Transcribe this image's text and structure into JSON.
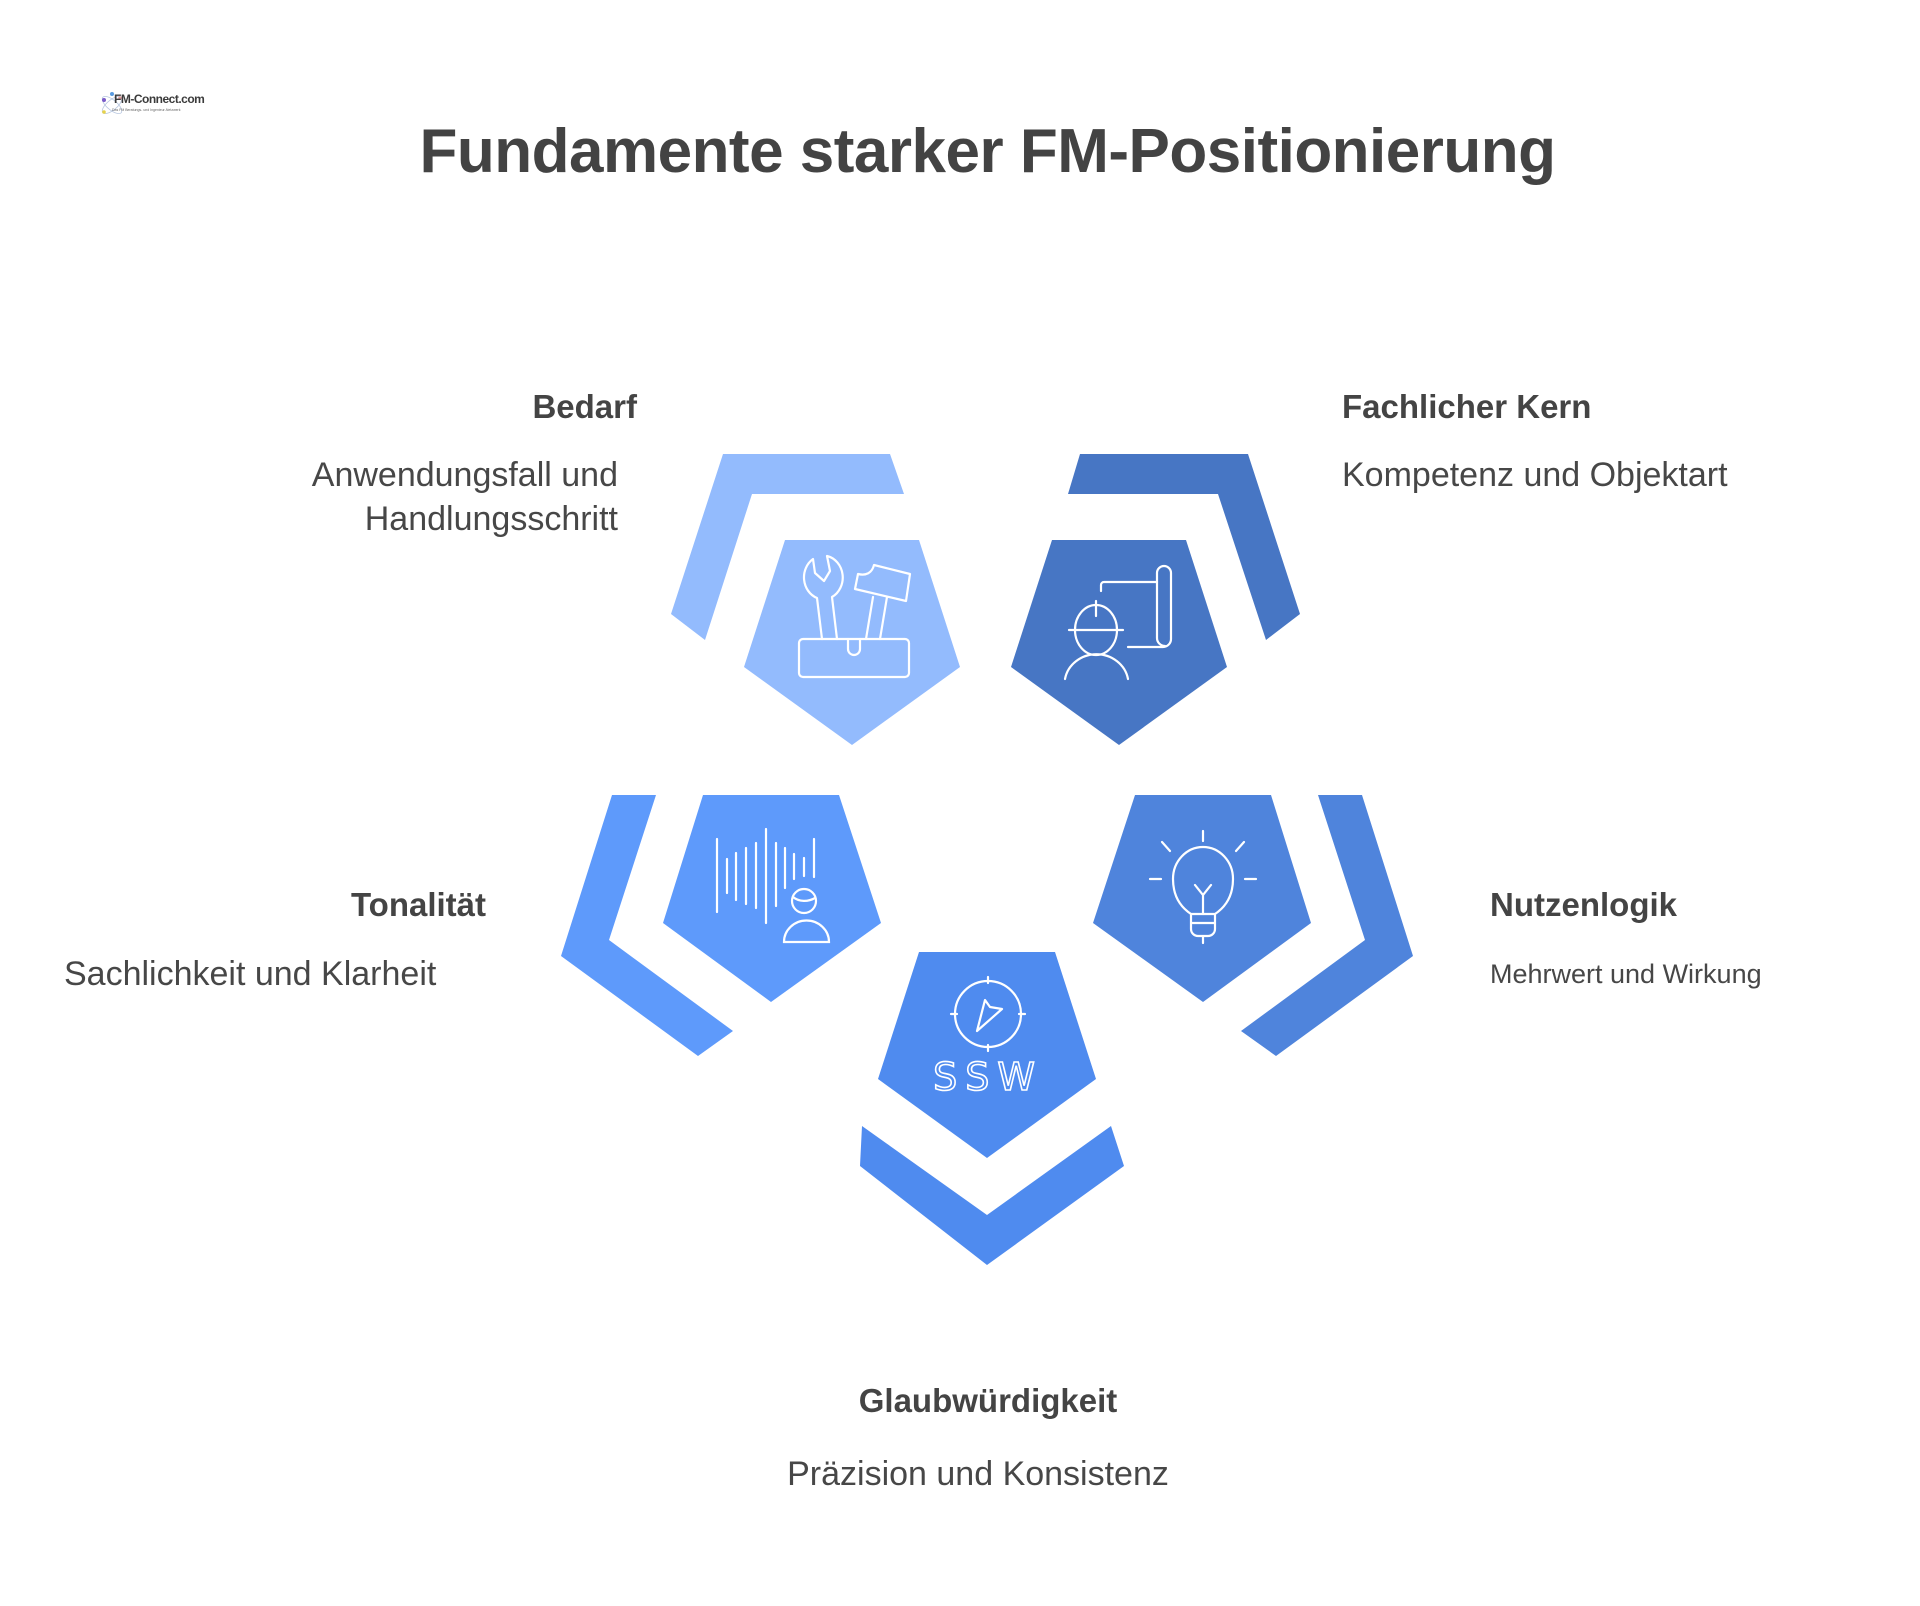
{
  "logo": {
    "name": "FM-Connect.com",
    "tagline": "Das FM Beratungs- und Ingenieur-Netzwerk"
  },
  "title": "Fundamente starker FM-Positionierung",
  "segments": [
    {
      "id": "bedarf",
      "heading": "Bedarf",
      "description_lines": [
        "Anwendungsfall und",
        "Handlungsschritt"
      ],
      "icon": "toolbox-icon",
      "color": "#93BBFD"
    },
    {
      "id": "fachlicher-kern",
      "heading": "Fachlicher Kern",
      "description_lines": [
        "Kompetenz und Objektart"
      ],
      "icon": "engineer-blueprint-icon",
      "color": "#4776C4"
    },
    {
      "id": "tonalitaet",
      "heading": "Tonalität",
      "description_lines": [
        "Sachlichkeit und Klarheit"
      ],
      "icon": "voice-person-icon",
      "color": "#5E9AFB"
    },
    {
      "id": "nutzenlogik",
      "heading": "Nutzenlogik",
      "description_lines": [
        "Mehrwert und Wirkung"
      ],
      "icon": "lightbulb-icon",
      "color": "#4F84DC"
    },
    {
      "id": "glaubwuerdigkeit",
      "heading": "Glaubwürdigkeit",
      "description_lines": [
        "Präzision und Konsistenz"
      ],
      "icon": "compass-icon",
      "icon_label": "SSW",
      "color": "#4F8BEF"
    }
  ]
}
